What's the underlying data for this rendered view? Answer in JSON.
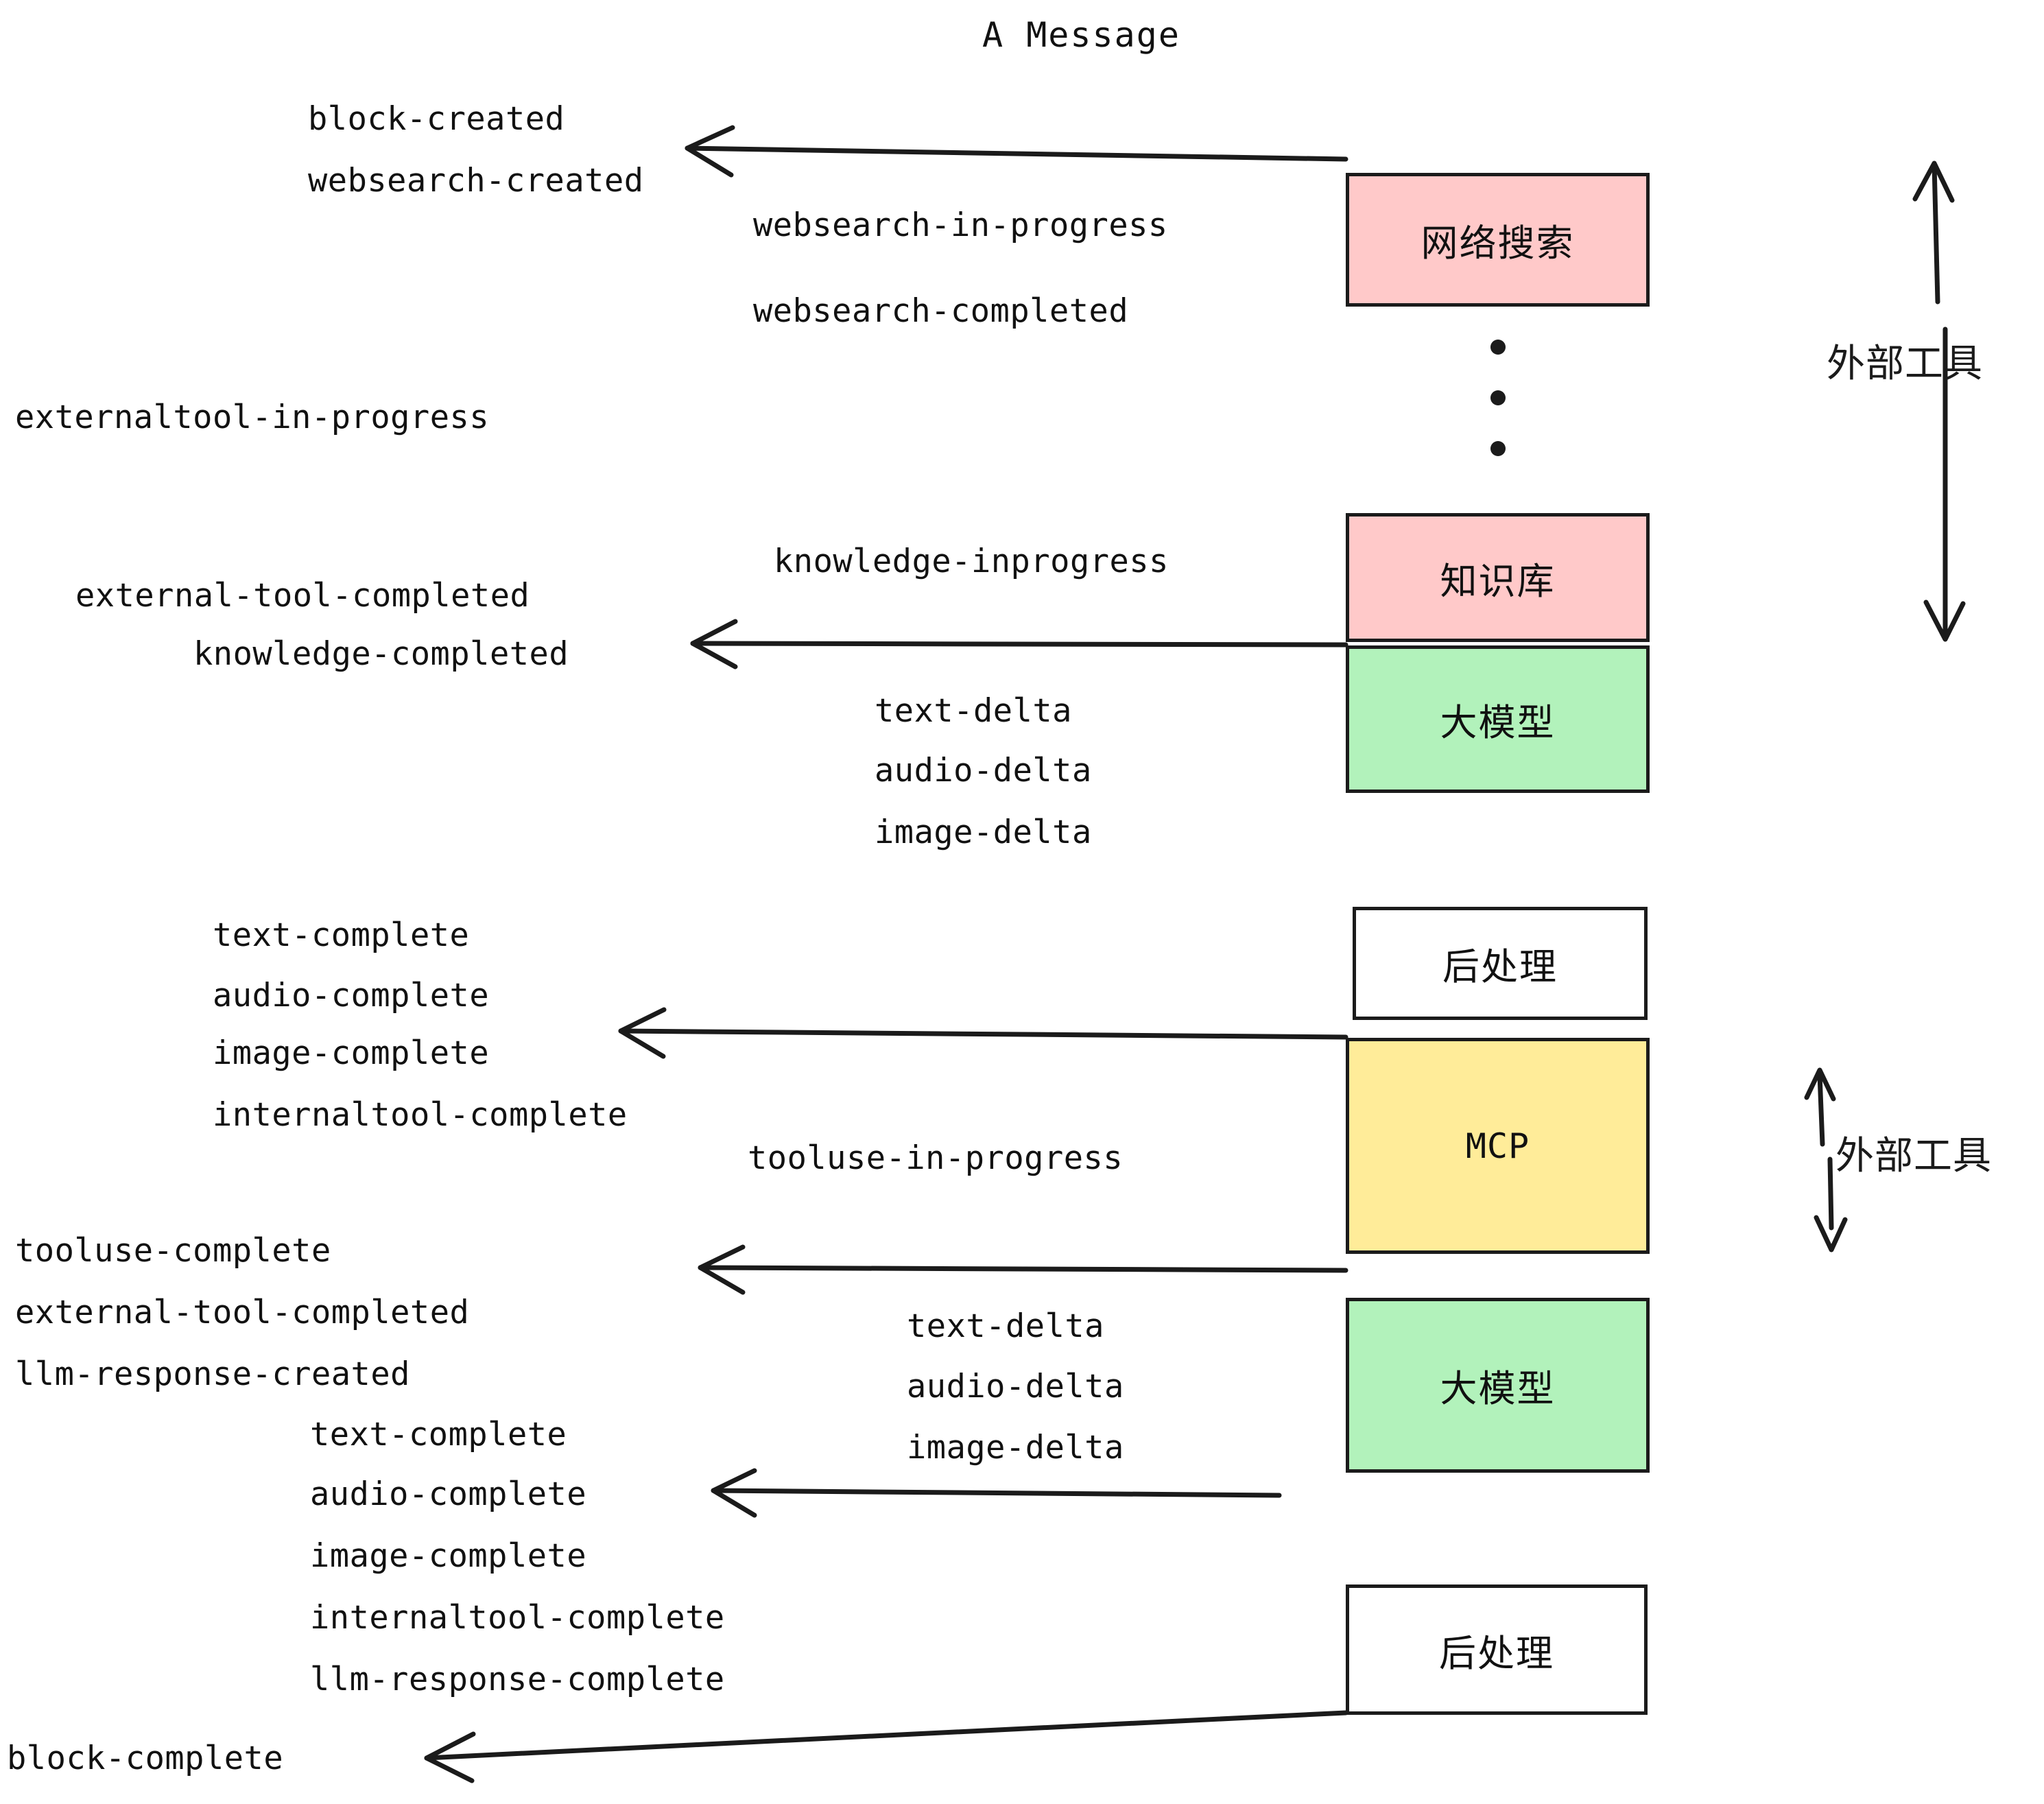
{
  "title": "A Message",
  "colors": {
    "pink": "#FFC9C9",
    "green": "#B2F2BB",
    "yellow": "#FFEC99",
    "white": "#FFFFFF",
    "stroke": "#1B1B1B",
    "text": "#111111"
  },
  "boxes": [
    {
      "id": "websearch",
      "label": "网络搜索",
      "fill": "#FFC9C9"
    },
    {
      "id": "knowledge",
      "label": "知识库",
      "fill": "#FFC9C9"
    },
    {
      "id": "llm-top",
      "label": "大模型",
      "fill": "#B2F2BB"
    },
    {
      "id": "postprocess-top",
      "label": "后处理",
      "fill": "#FFFFFF"
    },
    {
      "id": "mcp",
      "label": "MCP",
      "fill": "#FFEC99"
    },
    {
      "id": "llm-bottom",
      "label": "大模型",
      "fill": "#B2F2BB"
    },
    {
      "id": "postprocess-bottom",
      "label": "后处理",
      "fill": "#FFFFFF"
    }
  ],
  "side_labels": {
    "external_tool_upper": "外部工具",
    "external_tool_lower": "外部工具"
  },
  "events": [
    {
      "id": "e01",
      "text": "block-created"
    },
    {
      "id": "e02",
      "text": "websearch-created"
    },
    {
      "id": "e03",
      "text": "websearch-in-progress"
    },
    {
      "id": "e04",
      "text": "websearch-completed"
    },
    {
      "id": "e05",
      "text": "externaltool-in-progress"
    },
    {
      "id": "e06",
      "text": "knowledge-inprogress"
    },
    {
      "id": "e07",
      "text": "external-tool-completed"
    },
    {
      "id": "e08",
      "text": "knowledge-completed"
    },
    {
      "id": "e09",
      "text": "text-delta"
    },
    {
      "id": "e10",
      "text": "audio-delta"
    },
    {
      "id": "e11",
      "text": "image-delta"
    },
    {
      "id": "e12",
      "text": "text-complete"
    },
    {
      "id": "e13",
      "text": "audio-complete"
    },
    {
      "id": "e14",
      "text": "image-complete"
    },
    {
      "id": "e15",
      "text": "internaltool-complete"
    },
    {
      "id": "e16",
      "text": "tooluse-in-progress"
    },
    {
      "id": "e17",
      "text": "tooluse-complete"
    },
    {
      "id": "e18",
      "text": "external-tool-completed"
    },
    {
      "id": "e19",
      "text": "llm-response-created"
    },
    {
      "id": "e20",
      "text": "text-delta"
    },
    {
      "id": "e21",
      "text": "audio-delta"
    },
    {
      "id": "e22",
      "text": "image-delta"
    },
    {
      "id": "e23",
      "text": "text-complete"
    },
    {
      "id": "e24",
      "text": "audio-complete"
    },
    {
      "id": "e25",
      "text": "image-complete"
    },
    {
      "id": "e26",
      "text": "internaltool-complete"
    },
    {
      "id": "e27",
      "text": "llm-response-complete"
    },
    {
      "id": "e28",
      "text": "block-complete"
    }
  ]
}
